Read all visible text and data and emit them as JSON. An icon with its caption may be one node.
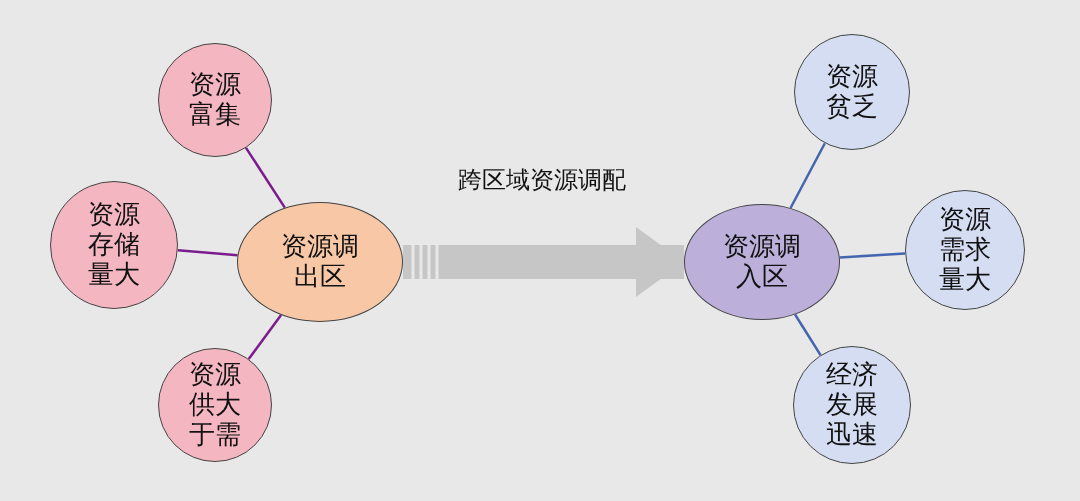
{
  "diagram": {
    "nodes": [
      {
        "text": [
          "资源富集"
        ]
      },
      {
        "text": [
          "资源存储量大"
        ]
      },
      {
        "text": [
          "资源调出区"
        ]
      },
      {
        "text": [
          "资源供大于需"
        ]
      },
      {
        "text": [
          "资源贫乏"
        ]
      },
      {
        "text": [
          "资源调入区"
        ]
      },
      {
        "text": [
          "资源需求量大"
        ]
      },
      {
        "text": [
          "经济发展迅速"
        ]
      }
    ],
    "edges": [
      {
        "from": 2,
        "to": 0,
        "arrow": "none",
        "color": "#7b1c8c"
      },
      {
        "from": 2,
        "to": 1,
        "arrow": "none",
        "color": "#7b1c8c"
      },
      {
        "from": 2,
        "to": 3,
        "arrow": "none",
        "color": "#7b1c8c"
      },
      {
        "from": 5,
        "to": 4,
        "arrow": "none",
        "color": "#4466b0"
      },
      {
        "from": 5,
        "to": 6,
        "arrow": "none",
        "color": "#4466b0"
      },
      {
        "from": 5,
        "to": 7,
        "arrow": "none",
        "color": "#4466b0"
      },
      {
        "from": 2,
        "to": 5,
        "arrow": "to",
        "label": "跨区域资源调配",
        "style": "thick",
        "color": "#c6c6c6"
      }
    ]
  }
}
